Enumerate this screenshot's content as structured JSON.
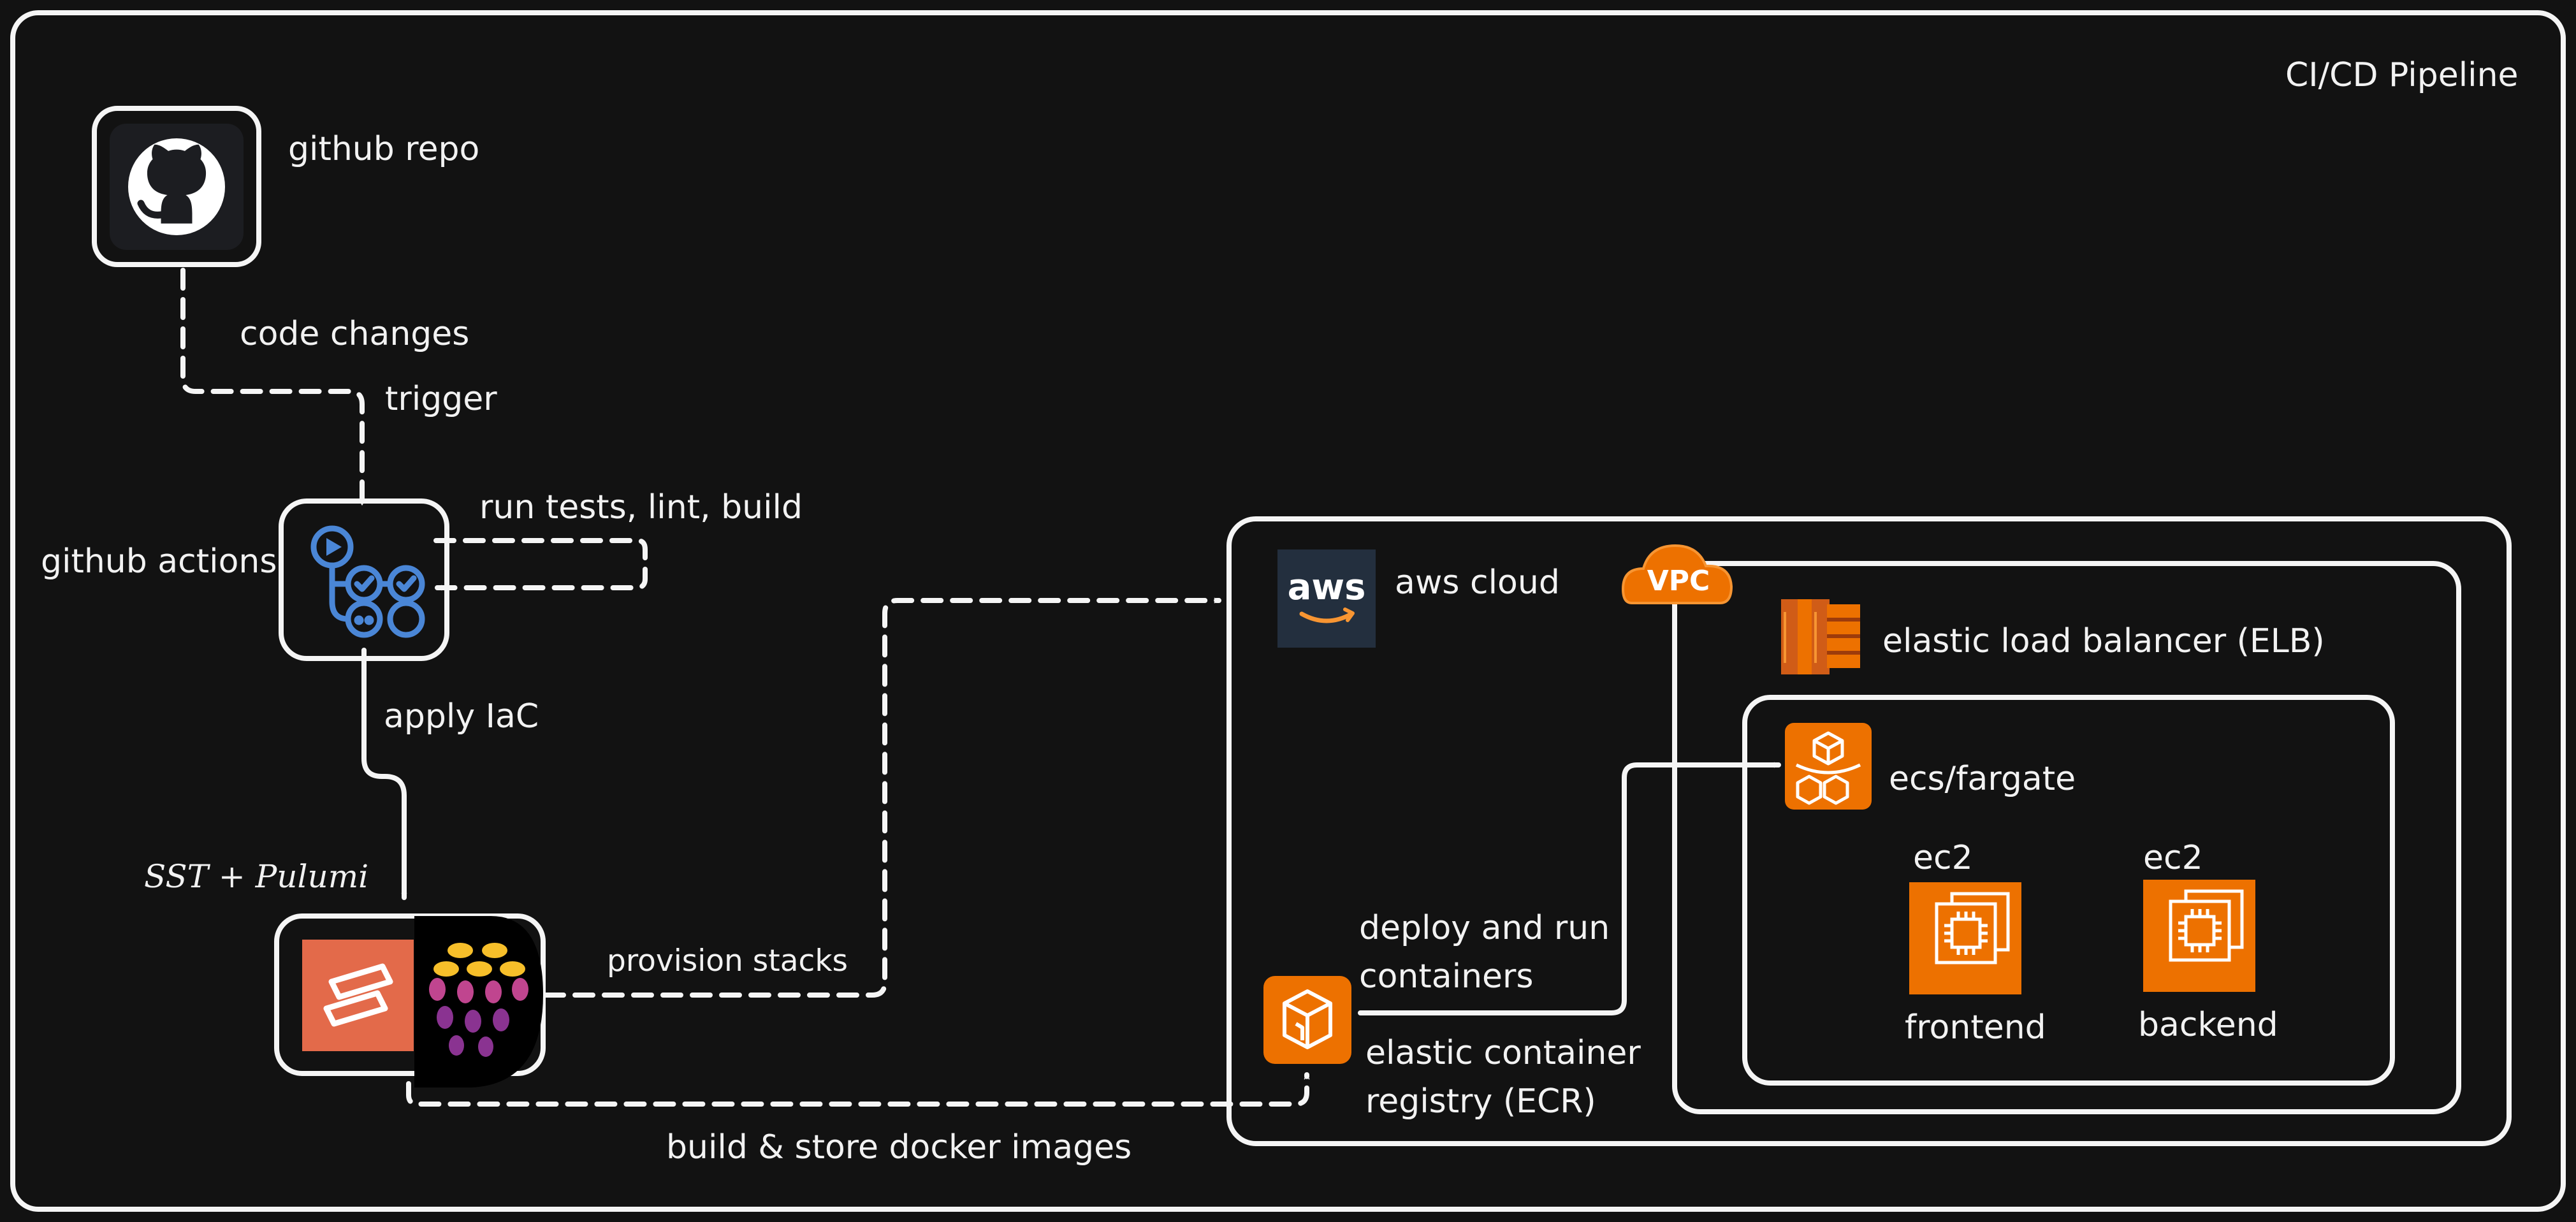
{
  "pipeline": {
    "title": "CI/CD Pipeline"
  },
  "github_repo": {
    "label": "github repo",
    "icon": "github-icon"
  },
  "github_actions": {
    "label": "github actions",
    "icon": "github-actions-icon"
  },
  "iac": {
    "label": "SST + Pulumi",
    "icons": [
      "sst-icon",
      "pulumi-icon"
    ]
  },
  "aws_cloud": {
    "label": "aws cloud",
    "logo_text": "aws",
    "icon": "aws-logo-icon"
  },
  "vpc": {
    "badge": "VPC",
    "icon": "vpc-cloud-icon"
  },
  "elb": {
    "label": "elastic load balancer (ELB)",
    "icon": "elb-icon"
  },
  "ecs": {
    "label": "ecs/fargate",
    "icon": "ecs-fargate-icon"
  },
  "ec2_frontend": {
    "tag": "ec2",
    "label": "frontend",
    "icon": "ec2-instance-icon"
  },
  "ec2_backend": {
    "tag": "ec2",
    "label": "backend",
    "icon": "ec2-instance-icon"
  },
  "ecr": {
    "label_lines": [
      "elastic container",
      "registry (ECR)"
    ],
    "icon": "ecr-icon"
  },
  "edges": {
    "code_changes": "code changes",
    "trigger": "trigger",
    "run_tests": "run tests, lint, build",
    "apply_iac": "apply IaC",
    "provision_stacks": "provision stacks",
    "deploy_lines": [
      "deploy and run",
      "containers"
    ],
    "build_store": "build & store docker images"
  },
  "colors": {
    "background": "#121212",
    "line": "#f5f5f5",
    "aws_orange": "#ed7100",
    "aws_orange_light": "#f79532",
    "actions_blue": "#4a86d6",
    "sst_orange": "#e36a4a",
    "pulumi_yellow": "#f7bf2a",
    "pulumi_purple": "#8a3391",
    "aws_dark": "#232f3e"
  }
}
